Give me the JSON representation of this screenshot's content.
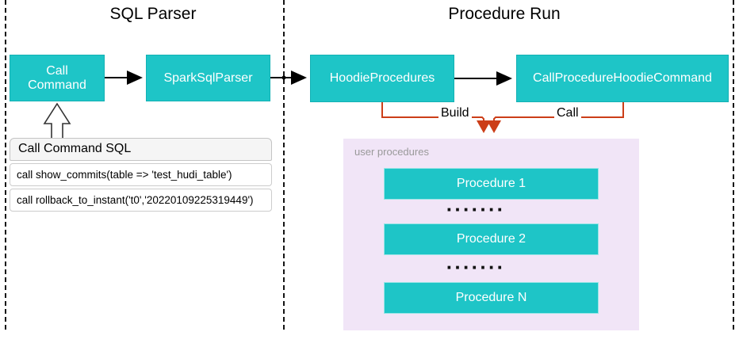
{
  "colors": {
    "teal": "#1ec5c7",
    "orange": "#cc3e18",
    "lavender": "#f1e5f7",
    "panel_header_bg": "#f5f5f5",
    "panel_border": "#c4c4c4",
    "muted": "#999999"
  },
  "sections": {
    "sql_parser_title": "SQL Parser",
    "procedure_run_title": "Procedure Run"
  },
  "nodes": {
    "call_command": "Call Command",
    "spark_sql_parser": "SparkSqlParser",
    "hoodie_procedures": "HoodieProcedures",
    "call_procedure_hoodie_command": "CallProcedureHoodieCommand"
  },
  "edges": {
    "build_label": "Build",
    "call_label": "Call"
  },
  "sql_panel": {
    "title": "Call Command SQL",
    "rows": [
      "call show_commits(table => 'test_hudi_table')",
      "call rollback_to_instant('t0','20220109225319449')"
    ]
  },
  "user_procedures": {
    "label": "user procedures",
    "items": [
      "Procedure 1",
      "Procedure 2",
      "Procedure N"
    ],
    "ellipsis": "·······"
  }
}
